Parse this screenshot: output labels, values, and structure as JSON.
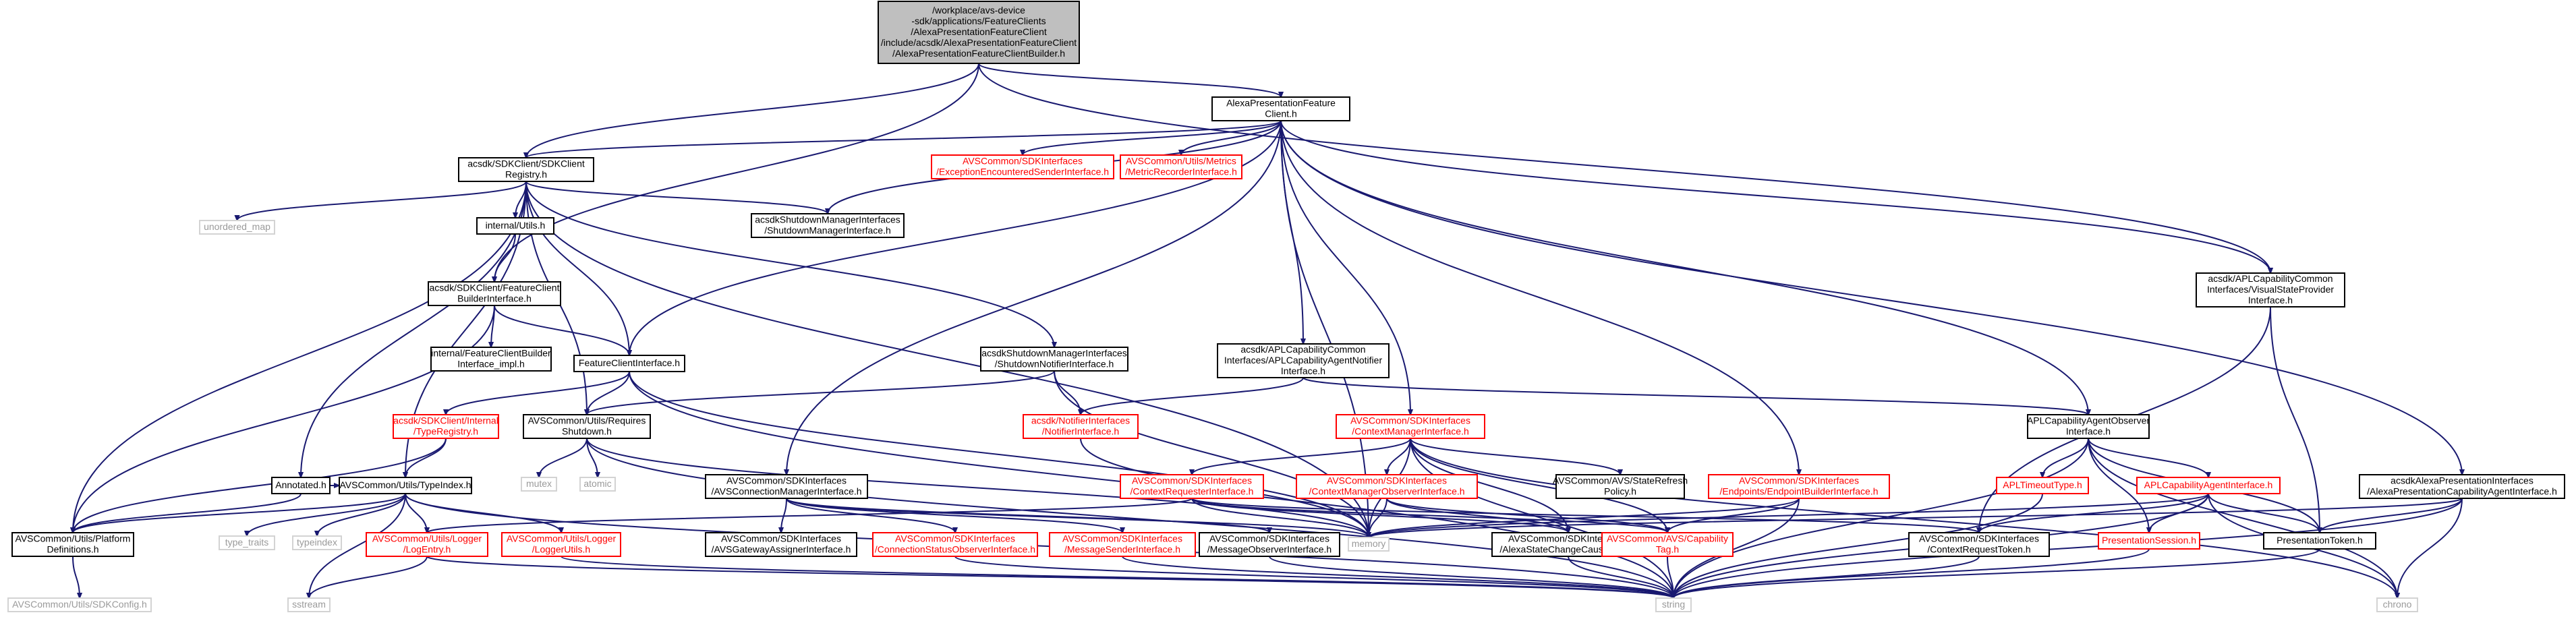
{
  "colors": {
    "edge": "#191970",
    "root_fill": "#bfbfbf",
    "normal_border": "#000000",
    "missing_border": "#ff0000",
    "system_border": "#d3d3d3",
    "system_text": "#9a9a9a"
  },
  "nodes": [
    {
      "id": "root",
      "style": "root",
      "lines": [
        "/workplace/avs-device",
        "-sdk/applications/FeatureClients",
        "/AlexaPresentationFeatureClient",
        "/include/acsdk/AlexaPresentationFeatureClient",
        "/AlexaPresentationFeatureClientBuilder.h"
      ]
    },
    {
      "id": "apfc",
      "style": "normal",
      "lines": [
        "AlexaPresentationFeature",
        "Client.h"
      ]
    },
    {
      "id": "sdkreg",
      "style": "normal",
      "lines": [
        "acsdk/SDKClient/SDKClient",
        "Registry.h"
      ]
    },
    {
      "id": "unordered_map",
      "style": "gray",
      "lines": [
        "unordered_map"
      ]
    },
    {
      "id": "internal_utils",
      "style": "normal",
      "lines": [
        "internal/Utils.h"
      ]
    },
    {
      "id": "shutdown_mgr",
      "style": "normal",
      "lines": [
        "acsdkShutdownManagerInterfaces",
        "/ShutdownManagerInterface.h"
      ]
    },
    {
      "id": "exc_sender",
      "style": "red",
      "lines": [
        "AVSCommon/SDKInterfaces",
        "/ExceptionEncounteredSenderInterface.h"
      ]
    },
    {
      "id": "metric_rec",
      "style": "red",
      "lines": [
        "AVSCommon/Utils/Metrics",
        "/MetricRecorderInterface.h"
      ]
    },
    {
      "id": "fcb_iface",
      "style": "normal",
      "lines": [
        "acsdk/SDKClient/FeatureClient",
        "BuilderInterface.h"
      ]
    },
    {
      "id": "fcb_impl",
      "style": "normal",
      "lines": [
        "internal/FeatureClientBuilder",
        "Interface_impl.h"
      ]
    },
    {
      "id": "fc_iface",
      "style": "normal",
      "lines": [
        "FeatureClientInterface.h"
      ]
    },
    {
      "id": "shutdown_notifier",
      "style": "normal",
      "lines": [
        "acsdkShutdownManagerInterfaces",
        "/ShutdownNotifierInterface.h"
      ]
    },
    {
      "id": "apl_notifier",
      "style": "normal",
      "lines": [
        "acsdk/APLCapabilityCommon",
        "Interfaces/APLCapabilityAgentNotifier",
        "Interface.h"
      ]
    },
    {
      "id": "visual_state",
      "style": "normal",
      "lines": [
        "acsdk/APLCapabilityCommon",
        "Interfaces/VisualStateProvider",
        "Interface.h"
      ]
    },
    {
      "id": "type_registry",
      "style": "red",
      "lines": [
        "acsdk/SDKClient/Internal",
        "/TypeRegistry.h"
      ]
    },
    {
      "id": "requires_shutdown",
      "style": "normal",
      "lines": [
        "AVSCommon/Utils/Requires",
        "Shutdown.h"
      ]
    },
    {
      "id": "notifier_iface",
      "style": "red",
      "lines": [
        "acsdk/NotifierInterfaces",
        "/NotifierInterface.h"
      ]
    },
    {
      "id": "ctx_mgr",
      "style": "red",
      "lines": [
        "AVSCommon/SDKInterfaces",
        "/ContextManagerInterface.h"
      ]
    },
    {
      "id": "apl_observer",
      "style": "normal",
      "lines": [
        "APLCapabilityAgentObserver",
        "Interface.h"
      ]
    },
    {
      "id": "mutex",
      "style": "gray",
      "lines": [
        "mutex"
      ]
    },
    {
      "id": "atomic",
      "style": "gray",
      "lines": [
        "atomic"
      ]
    },
    {
      "id": "annotated",
      "style": "normal",
      "lines": [
        "Annotated.h"
      ]
    },
    {
      "id": "typeindex_h",
      "style": "normal",
      "lines": [
        "AVSCommon/Utils/TypeIndex.h"
      ]
    },
    {
      "id": "conn_mgr",
      "style": "normal",
      "lines": [
        "AVSCommon/SDKInterfaces",
        "/AVSConnectionManagerInterface.h"
      ]
    },
    {
      "id": "ctx_requester",
      "style": "red",
      "lines": [
        "AVSCommon/SDKInterfaces",
        "/ContextRequesterInterface.h"
      ]
    },
    {
      "id": "ctx_mgr_obs",
      "style": "red",
      "lines": [
        "AVSCommon/SDKInterfaces",
        "/ContextManagerObserverInterface.h"
      ]
    },
    {
      "id": "state_refresh",
      "style": "normal",
      "lines": [
        "AVSCommon/AVS/StateRefresh",
        "Policy.h"
      ]
    },
    {
      "id": "endpoint_builder",
      "style": "red",
      "lines": [
        "AVSCommon/SDKInterfaces",
        "/Endpoints/EndpointBuilderInterface.h"
      ]
    },
    {
      "id": "apl_timeout",
      "style": "red",
      "lines": [
        "APLTimeoutType.h"
      ]
    },
    {
      "id": "apl_cap_agent",
      "style": "red",
      "lines": [
        "APLCapabilityAgentInterface.h"
      ]
    },
    {
      "id": "apci",
      "style": "normal",
      "lines": [
        "acsdkAlexaPresentationInterfaces",
        "/AlexaPresentationCapabilityAgentInterface.h"
      ]
    },
    {
      "id": "platform_defs",
      "style": "normal",
      "lines": [
        "AVSCommon/Utils/Platform",
        "Definitions.h"
      ]
    },
    {
      "id": "type_traits",
      "style": "gray",
      "lines": [
        "type_traits"
      ]
    },
    {
      "id": "typeindex",
      "style": "gray",
      "lines": [
        "typeindex"
      ]
    },
    {
      "id": "logentry",
      "style": "red",
      "lines": [
        "AVSCommon/Utils/Logger",
        "/LogEntry.h"
      ]
    },
    {
      "id": "logutils",
      "style": "red",
      "lines": [
        "AVSCommon/Utils/Logger",
        "/LoggerUtils.h"
      ]
    },
    {
      "id": "gateway",
      "style": "normal",
      "lines": [
        "AVSCommon/SDKInterfaces",
        "/AVSGatewayAssignerInterface.h"
      ]
    },
    {
      "id": "conn_status",
      "style": "red",
      "lines": [
        "AVSCommon/SDKInterfaces",
        "/ConnectionStatusObserverInterface.h"
      ]
    },
    {
      "id": "msg_sender",
      "style": "red",
      "lines": [
        "AVSCommon/SDKInterfaces",
        "/MessageSenderInterface.h"
      ]
    },
    {
      "id": "msg_observer",
      "style": "normal",
      "lines": [
        "AVSCommon/SDKInterfaces",
        "/MessageObserverInterface.h"
      ]
    },
    {
      "id": "memory",
      "style": "gray",
      "lines": [
        "memory"
      ]
    },
    {
      "id": "alexa_state",
      "style": "normal",
      "lines": [
        "AVSCommon/SDKInterfaces",
        "/AlexaStateChangeCauseType.h"
      ]
    },
    {
      "id": "cap_tag",
      "style": "red",
      "lines": [
        "AVSCommon/AVS/Capability",
        "Tag.h"
      ]
    },
    {
      "id": "ctx_token",
      "style": "normal",
      "lines": [
        "AVSCommon/SDKInterfaces",
        "/ContextRequestToken.h"
      ]
    },
    {
      "id": "pres_session",
      "style": "red",
      "lines": [
        "PresentationSession.h"
      ]
    },
    {
      "id": "pres_token",
      "style": "normal",
      "lines": [
        "PresentationToken.h"
      ]
    },
    {
      "id": "sdkconfig",
      "style": "gray",
      "lines": [
        "AVSCommon/Utils/SDKConfig.h"
      ]
    },
    {
      "id": "sstream",
      "style": "gray",
      "lines": [
        "sstream"
      ]
    },
    {
      "id": "string",
      "style": "gray",
      "lines": [
        "string"
      ]
    },
    {
      "id": "chrono",
      "style": "gray",
      "lines": [
        "chrono"
      ]
    }
  ],
  "edges": [
    [
      "root",
      "apfc"
    ],
    [
      "root",
      "sdkreg"
    ],
    [
      "root",
      "fcb_iface"
    ],
    [
      "root",
      "visual_state"
    ],
    [
      "apfc",
      "sdkreg"
    ],
    [
      "apfc",
      "exc_sender"
    ],
    [
      "apfc",
      "metric_rec"
    ],
    [
      "apfc",
      "shutdown_mgr"
    ],
    [
      "apfc",
      "fc_iface"
    ],
    [
      "apfc",
      "apl_notifier"
    ],
    [
      "apfc",
      "visual_state"
    ],
    [
      "apfc",
      "conn_mgr"
    ],
    [
      "apfc",
      "ctx_mgr"
    ],
    [
      "apfc",
      "endpoint_builder"
    ],
    [
      "apfc",
      "apl_observer"
    ],
    [
      "apfc",
      "apci"
    ],
    [
      "apfc",
      "memory"
    ],
    [
      "sdkreg",
      "unordered_map"
    ],
    [
      "sdkreg",
      "internal_utils"
    ],
    [
      "sdkreg",
      "shutdown_mgr"
    ],
    [
      "sdkreg",
      "fc_iface"
    ],
    [
      "sdkreg",
      "shutdown_notifier"
    ],
    [
      "sdkreg",
      "requires_shutdown"
    ],
    [
      "sdkreg",
      "annotated"
    ],
    [
      "sdkreg",
      "typeindex_h"
    ],
    [
      "sdkreg",
      "platform_defs"
    ],
    [
      "sdkreg",
      "memory"
    ],
    [
      "internal_utils",
      "fcb_iface"
    ],
    [
      "fcb_iface",
      "fcb_impl"
    ],
    [
      "fcb_iface",
      "fc_iface"
    ],
    [
      "fcb_iface",
      "platform_defs"
    ],
    [
      "fc_iface",
      "type_registry"
    ],
    [
      "fc_iface",
      "requires_shutdown"
    ],
    [
      "fc_iface",
      "memory"
    ],
    [
      "fc_iface",
      "string"
    ],
    [
      "shutdown_notifier",
      "requires_shutdown"
    ],
    [
      "shutdown_notifier",
      "notifier_iface"
    ],
    [
      "shutdown_notifier",
      "memory"
    ],
    [
      "apl_notifier",
      "notifier_iface"
    ],
    [
      "apl_notifier",
      "apl_observer"
    ],
    [
      "visual_state",
      "pres_token"
    ],
    [
      "visual_state",
      "ctx_token"
    ],
    [
      "type_registry",
      "typeindex_h"
    ],
    [
      "type_registry",
      "platform_defs"
    ],
    [
      "requires_shutdown",
      "mutex"
    ],
    [
      "requires_shutdown",
      "atomic"
    ],
    [
      "requires_shutdown",
      "string"
    ],
    [
      "requires_shutdown",
      "memory"
    ],
    [
      "notifier_iface",
      "memory"
    ],
    [
      "ctx_mgr",
      "ctx_requester"
    ],
    [
      "ctx_mgr",
      "ctx_mgr_obs"
    ],
    [
      "ctx_mgr",
      "state_refresh"
    ],
    [
      "ctx_mgr",
      "alexa_state"
    ],
    [
      "ctx_mgr",
      "cap_tag"
    ],
    [
      "ctx_mgr",
      "memory"
    ],
    [
      "ctx_mgr",
      "string"
    ],
    [
      "ctx_mgr",
      "chrono"
    ],
    [
      "apl_observer",
      "apl_timeout"
    ],
    [
      "apl_observer",
      "apl_cap_agent"
    ],
    [
      "apl_observer",
      "pres_session"
    ],
    [
      "apl_observer",
      "pres_token"
    ],
    [
      "apl_observer",
      "string"
    ],
    [
      "apl_observer",
      "chrono"
    ],
    [
      "annotated",
      "platform_defs"
    ],
    [
      "annotated",
      "typeindex_h"
    ],
    [
      "typeindex_h",
      "platform_defs"
    ],
    [
      "typeindex_h",
      "type_traits"
    ],
    [
      "typeindex_h",
      "typeindex"
    ],
    [
      "typeindex_h",
      "logentry"
    ],
    [
      "typeindex_h",
      "logutils"
    ],
    [
      "typeindex_h",
      "string"
    ],
    [
      "typeindex_h",
      "sstream"
    ],
    [
      "conn_mgr",
      "gateway"
    ],
    [
      "conn_mgr",
      "conn_status"
    ],
    [
      "conn_mgr",
      "msg_sender"
    ],
    [
      "conn_mgr",
      "msg_observer"
    ],
    [
      "conn_mgr",
      "memory"
    ],
    [
      "ctx_requester",
      "alexa_state"
    ],
    [
      "ctx_requester",
      "cap_tag"
    ],
    [
      "ctx_requester",
      "ctx_token"
    ],
    [
      "ctx_requester",
      "memory"
    ],
    [
      "ctx_requester",
      "logentry"
    ],
    [
      "ctx_mgr_obs",
      "alexa_state"
    ],
    [
      "ctx_mgr_obs",
      "cap_tag"
    ],
    [
      "ctx_mgr_obs",
      "memory"
    ],
    [
      "endpoint_builder",
      "cap_tag"
    ],
    [
      "endpoint_builder",
      "memory"
    ],
    [
      "endpoint_builder",
      "string"
    ],
    [
      "apl_timeout",
      "string"
    ],
    [
      "apl_cap_agent",
      "pres_session"
    ],
    [
      "apl_cap_agent",
      "pres_token"
    ],
    [
      "apl_cap_agent",
      "ctx_token"
    ],
    [
      "apl_cap_agent",
      "memory"
    ],
    [
      "apl_cap_agent",
      "string"
    ],
    [
      "apl_cap_agent",
      "chrono"
    ],
    [
      "apci",
      "pres_token"
    ],
    [
      "apci",
      "string"
    ],
    [
      "apci",
      "chrono"
    ],
    [
      "apci",
      "memory"
    ],
    [
      "platform_defs",
      "sdkconfig"
    ],
    [
      "logentry",
      "sstream"
    ],
    [
      "logentry",
      "string"
    ],
    [
      "logutils",
      "string"
    ],
    [
      "msg_sender",
      "string"
    ],
    [
      "msg_observer",
      "string"
    ],
    [
      "alexa_state",
      "string"
    ],
    [
      "cap_tag",
      "string"
    ],
    [
      "pres_session",
      "string"
    ],
    [
      "pres_token",
      "string"
    ],
    [
      "conn_status",
      "string"
    ],
    [
      "ctx_token",
      "string"
    ]
  ]
}
